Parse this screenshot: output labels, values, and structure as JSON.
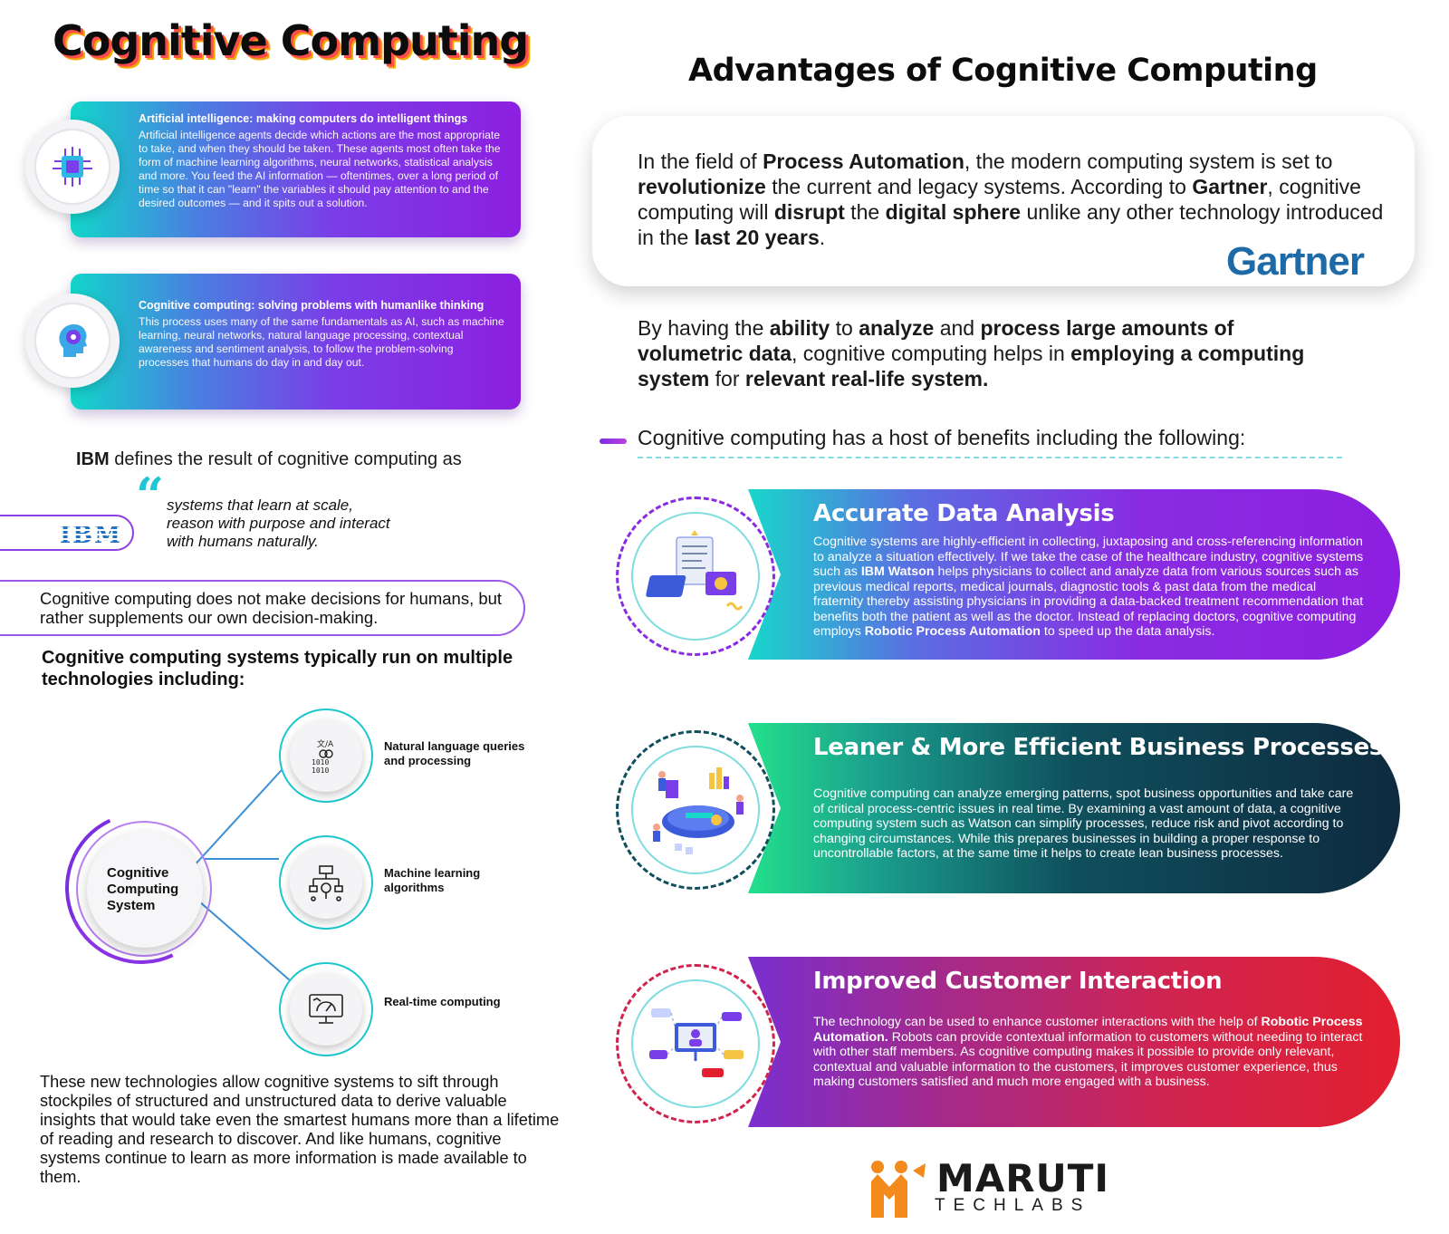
{
  "left": {
    "title": "Cognitive Computing",
    "cards": [
      {
        "heading": "Artificial intelligence: making computers do intelligent things",
        "text": "Artificial intelligence agents decide which actions are the most appropriate to take, and when they should be taken. These agents most often take the form of machine learning algorithms, neural networks, statistical analysis and more. You feed the AI information — oftentimes, over a long period of time so that it can \"learn\" the variables it should pay attention to and the desired outcomes — and it spits out a solution.",
        "icon": "chip-icon"
      },
      {
        "heading": "Cognitive computing: solving problems with humanlike thinking",
        "text": "This process uses many of the same fundamentals as AI, such as machine learning, neural networks, natural language processing, contextual awareness and sentiment analysis, to follow the problem-solving processes that humans do day in and day out.",
        "icon": "brain-head-icon"
      }
    ],
    "ibm_line_bold": "IBM",
    "ibm_line_rest": " defines the result of cognitive computing as",
    "ibm_logo": "IBM",
    "quote": "systems that learn at scale, reason with purpose and interact with humans naturally.",
    "decision_text": "Cognitive computing does not make decisions for humans, but rather supplements our own decision-making.",
    "tech_heading": "Cognitive computing systems typically run on multiple technologies including:",
    "center_node": "Cognitive Computing System",
    "technologies": [
      {
        "label": "Natural language queries and processing",
        "icon": "translate-binary-icon"
      },
      {
        "label": "Machine learning algorithms",
        "icon": "algorithm-flow-icon"
      },
      {
        "label": "Real-time computing",
        "icon": "monitor-gauge-icon"
      }
    ],
    "bottom_text": "These new technologies allow cognitive systems to sift through stockpiles of structured and unstructured data to derive valuable insights that would take even the smartest humans more than a lifetime of reading and research to discover. And like humans, cognitive systems continue to learn as more information is made available to them."
  },
  "right": {
    "title": "Advantages of Cognitive Computing",
    "gartner_parts": [
      {
        "t": "In the field of ",
        "b": false
      },
      {
        "t": "Process Automation",
        "b": true
      },
      {
        "t": ", the modern computing system is set to ",
        "b": false
      },
      {
        "t": "revolutionize",
        "b": true
      },
      {
        "t": " the current and legacy systems.  According to ",
        "b": false
      },
      {
        "t": "Gartner",
        "b": true
      },
      {
        "t": ", cognitive computing will ",
        "b": false
      },
      {
        "t": "disrupt",
        "b": true
      },
      {
        "t": " the ",
        "b": false
      },
      {
        "t": "digital sphere",
        "b": true
      },
      {
        "t": " unlike any other technology introduced in the ",
        "b": false
      },
      {
        "t": "last 20 years",
        "b": true
      },
      {
        "t": ".",
        "b": false
      }
    ],
    "gartner_logo": "Gartner",
    "ability_parts": [
      {
        "t": "By having the ",
        "b": false
      },
      {
        "t": "ability",
        "b": true
      },
      {
        "t": " to ",
        "b": false
      },
      {
        "t": "analyze",
        "b": true
      },
      {
        "t": " and ",
        "b": false
      },
      {
        "t": "process large amounts of volumetric data",
        "b": true
      },
      {
        "t": ", cognitive computing helps in ",
        "b": false
      },
      {
        "t": "employing a computing system",
        "b": true
      },
      {
        "t": " for ",
        "b": false
      },
      {
        "t": "relevant real-life system.",
        "b": true
      }
    ],
    "benefits_intro": "Cognitive computing has a host of benefits including the following:",
    "advantages": [
      {
        "heading": "Accurate Data Analysis",
        "icon": "data-analysis-illustration",
        "body_parts": [
          {
            "t": "Cognitive systems are highly-efficient in collecting, juxtaposing and cross-referencing information to analyze a situation effectively. If we take the case of the healthcare industry, cognitive systems such as ",
            "b": false
          },
          {
            "t": "IBM Watson",
            "b": true
          },
          {
            "t": " helps physicians to collect and analyze data from various sources such as previous medical reports, medical journals, diagnostic tools & past data from the medical fraternity thereby assisting physicians in providing a data-backed treatment recommendation that benefits both the patient as well as the doctor. Instead of replacing doctors, cognitive computing employs ",
            "b": false
          },
          {
            "t": "Robotic Process Automation",
            "b": true
          },
          {
            "t": " to speed up the data analysis.",
            "b": false
          }
        ]
      },
      {
        "heading": "Leaner & More Efficient Business Processes",
        "icon": "business-process-illustration",
        "body_parts": [
          {
            "t": "Cognitive computing can analyze emerging patterns, spot business opportunities and take care of critical process-centric issues in real time. By examining a vast amount of data, a cognitive computing system such as Watson can simplify processes, reduce risk and pivot according to changing circumstances. While this prepares businesses in building a proper response to uncontrollable factors, at the same time it helps to create lean business processes.",
            "b": false
          }
        ]
      },
      {
        "heading": "Improved Customer Interaction",
        "icon": "customer-interaction-illustration",
        "body_parts": [
          {
            "t": "The technology can be used to enhance customer interactions with the help of ",
            "b": false
          },
          {
            "t": "Robotic Process Automation.",
            "b": true
          },
          {
            "t": " Robots can provide contextual information to customers without needing to interact with other staff members. As cognitive computing makes it possible to provide only relevant, contextual and valuable information to the customers, it improves customer experience, thus making customers satisfied and much more engaged with a business.",
            "b": false
          }
        ]
      }
    ],
    "brand_name": "MARUTI",
    "brand_sub": "TECHLABS"
  },
  "colors": {
    "accent_purple": "#8d1fe0",
    "accent_teal": "#11d6c9",
    "gartner_blue": "#1e6aa6",
    "ibm_blue": "#1f70c1",
    "card2_dark": "#0e2a3f",
    "card3_red": "#e21f2f",
    "maruti_orange": "#f28a1c"
  }
}
